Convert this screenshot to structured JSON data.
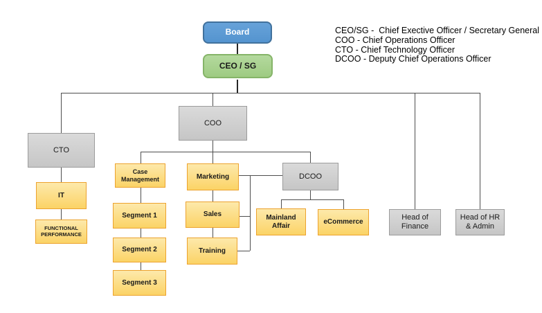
{
  "legend": {
    "lines": [
      "CEO/SG -  Chief Exective Officer / Secretary General",
      "COO - Chief Operations Officer",
      "CTO - Chief Technology Officer",
      "DCOO - Deputy Chief Operations Officer"
    ]
  },
  "nodes": {
    "board": {
      "label": "Board"
    },
    "ceo_sg": {
      "label": "CEO / SG"
    },
    "cto": {
      "label": "CTO"
    },
    "coo": {
      "label": "COO"
    },
    "dcoo": {
      "label": "DCOO"
    },
    "it": {
      "label": "IT"
    },
    "functional_performance": {
      "label": "FUNCTIONAL\nPERFORMANCE"
    },
    "case_management": {
      "label": "Case\nManagement"
    },
    "segment1": {
      "label": "Segment 1"
    },
    "segment2": {
      "label": "Segment 2"
    },
    "segment3": {
      "label": "Segment 3"
    },
    "marketing": {
      "label": "Marketing"
    },
    "sales": {
      "label": "Sales"
    },
    "training": {
      "label": "Training"
    },
    "mainland_affair": {
      "label": "Mainland\nAffair"
    },
    "ecommerce": {
      "label": "eCommerce"
    },
    "head_of_finance": {
      "label": "Head of\nFinance"
    },
    "head_of_hr_admin": {
      "label": "Head of HR\n& Admin"
    }
  },
  "edges": [
    {
      "from": "Board",
      "to": "CEO / SG"
    },
    {
      "from": "CEO / SG",
      "to": "CTO"
    },
    {
      "from": "CEO / SG",
      "to": "COO"
    },
    {
      "from": "CEO / SG",
      "to": "Head of Finance"
    },
    {
      "from": "CEO / SG",
      "to": "Head of HR & Admin"
    },
    {
      "from": "CTO",
      "to": "IT"
    },
    {
      "from": "IT",
      "to": "FUNCTIONAL PERFORMANCE"
    },
    {
      "from": "COO",
      "to": "Case Management"
    },
    {
      "from": "COO",
      "to": "Marketing"
    },
    {
      "from": "COO",
      "to": "DCOO"
    },
    {
      "from": "Case Management",
      "to": "Segment 1"
    },
    {
      "from": "Segment 1",
      "to": "Segment 2"
    },
    {
      "from": "Segment 2",
      "to": "Segment 3"
    },
    {
      "from": "Marketing",
      "to": "Sales"
    },
    {
      "from": "Sales",
      "to": "Training"
    },
    {
      "from": "DCOO",
      "to": "Mainland Affair"
    },
    {
      "from": "DCOO",
      "to": "eCommerce"
    },
    {
      "from": "DCOO",
      "to": "Marketing / Sales / Training",
      "style": "side-bracket"
    }
  ],
  "colors": {
    "board_fill": "#5B9BD5",
    "board_border": "#41719C",
    "ceo_fill": "#A9D18E",
    "ceo_border": "#85B468",
    "gray_fill": "#D2D2D2",
    "gray_border": "#9B9B9B",
    "yellow_fill": "#FBD366",
    "yellow_border": "#ECA22D",
    "line": "#4D4D4D",
    "background": "#FFFFFF",
    "text": "#1A1A1A"
  }
}
